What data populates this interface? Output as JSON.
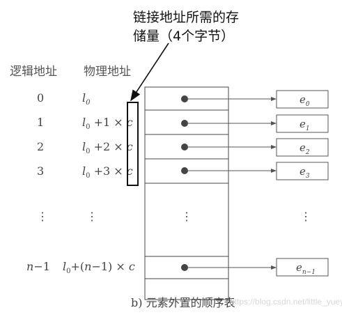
{
  "annotation": {
    "line1": "链接地址所需的存",
    "line2": "储量（4个字节）"
  },
  "headers": {
    "logical": "逻辑地址",
    "physical": "物理地址"
  },
  "rows": [
    {
      "logical": "0",
      "physical": "l0",
      "element": "e0"
    },
    {
      "logical": "1",
      "physical": "l0 +1 × c",
      "element": "e1"
    },
    {
      "logical": "2",
      "physical": "l0 +2 × c",
      "element": "e2"
    },
    {
      "logical": "3",
      "physical": "l0 +3 × c",
      "element": "e3"
    },
    {
      "logical": "⋮",
      "physical": "⋮",
      "element": "⋮"
    },
    {
      "logical": "n−1",
      "physical": "l0+(n−1) × c",
      "element": "en−1"
    }
  ],
  "caption": "b) 元素外置的顺序表",
  "watermark": "https://blog.csdn.net/little_yueyue"
}
